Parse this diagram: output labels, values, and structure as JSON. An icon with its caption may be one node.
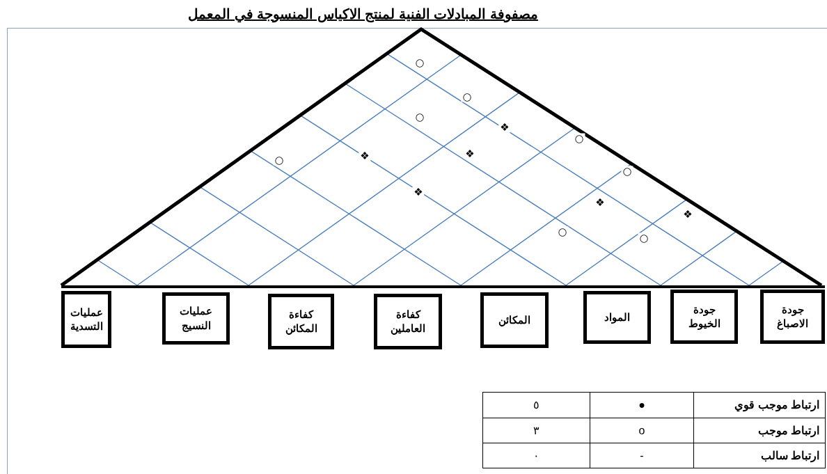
{
  "diagram": {
    "title": "مصفوفة المبادلات الفنية لمنتج الاكياس المنسوجة في المعمل",
    "nodes": [
      {
        "text": [
          "جودة الاصباغ"
        ]
      },
      {
        "text": [
          "جودة الخيوط"
        ]
      },
      {
        "text": [
          "المواد"
        ]
      },
      {
        "text": [
          "المكائن"
        ]
      },
      {
        "text": [
          "كفاءة العاملين"
        ]
      },
      {
        "text": [
          "كفاءة المكائن"
        ]
      },
      {
        "text": [
          "عمليات النسيج"
        ]
      },
      {
        "text": [
          "عمليات التسدية"
        ]
      }
    ],
    "labels": [
      "○",
      "○",
      "○",
      "❖",
      "○",
      "❖",
      "○",
      "❖",
      "○",
      "❖",
      "❖",
      "❖",
      "○",
      "○",
      "ارتباط موجب قوي",
      "●",
      "٥",
      "ارتباط موجب",
      "o",
      "٣",
      "ارتباط سالب",
      "-",
      "٠"
    ]
  }
}
